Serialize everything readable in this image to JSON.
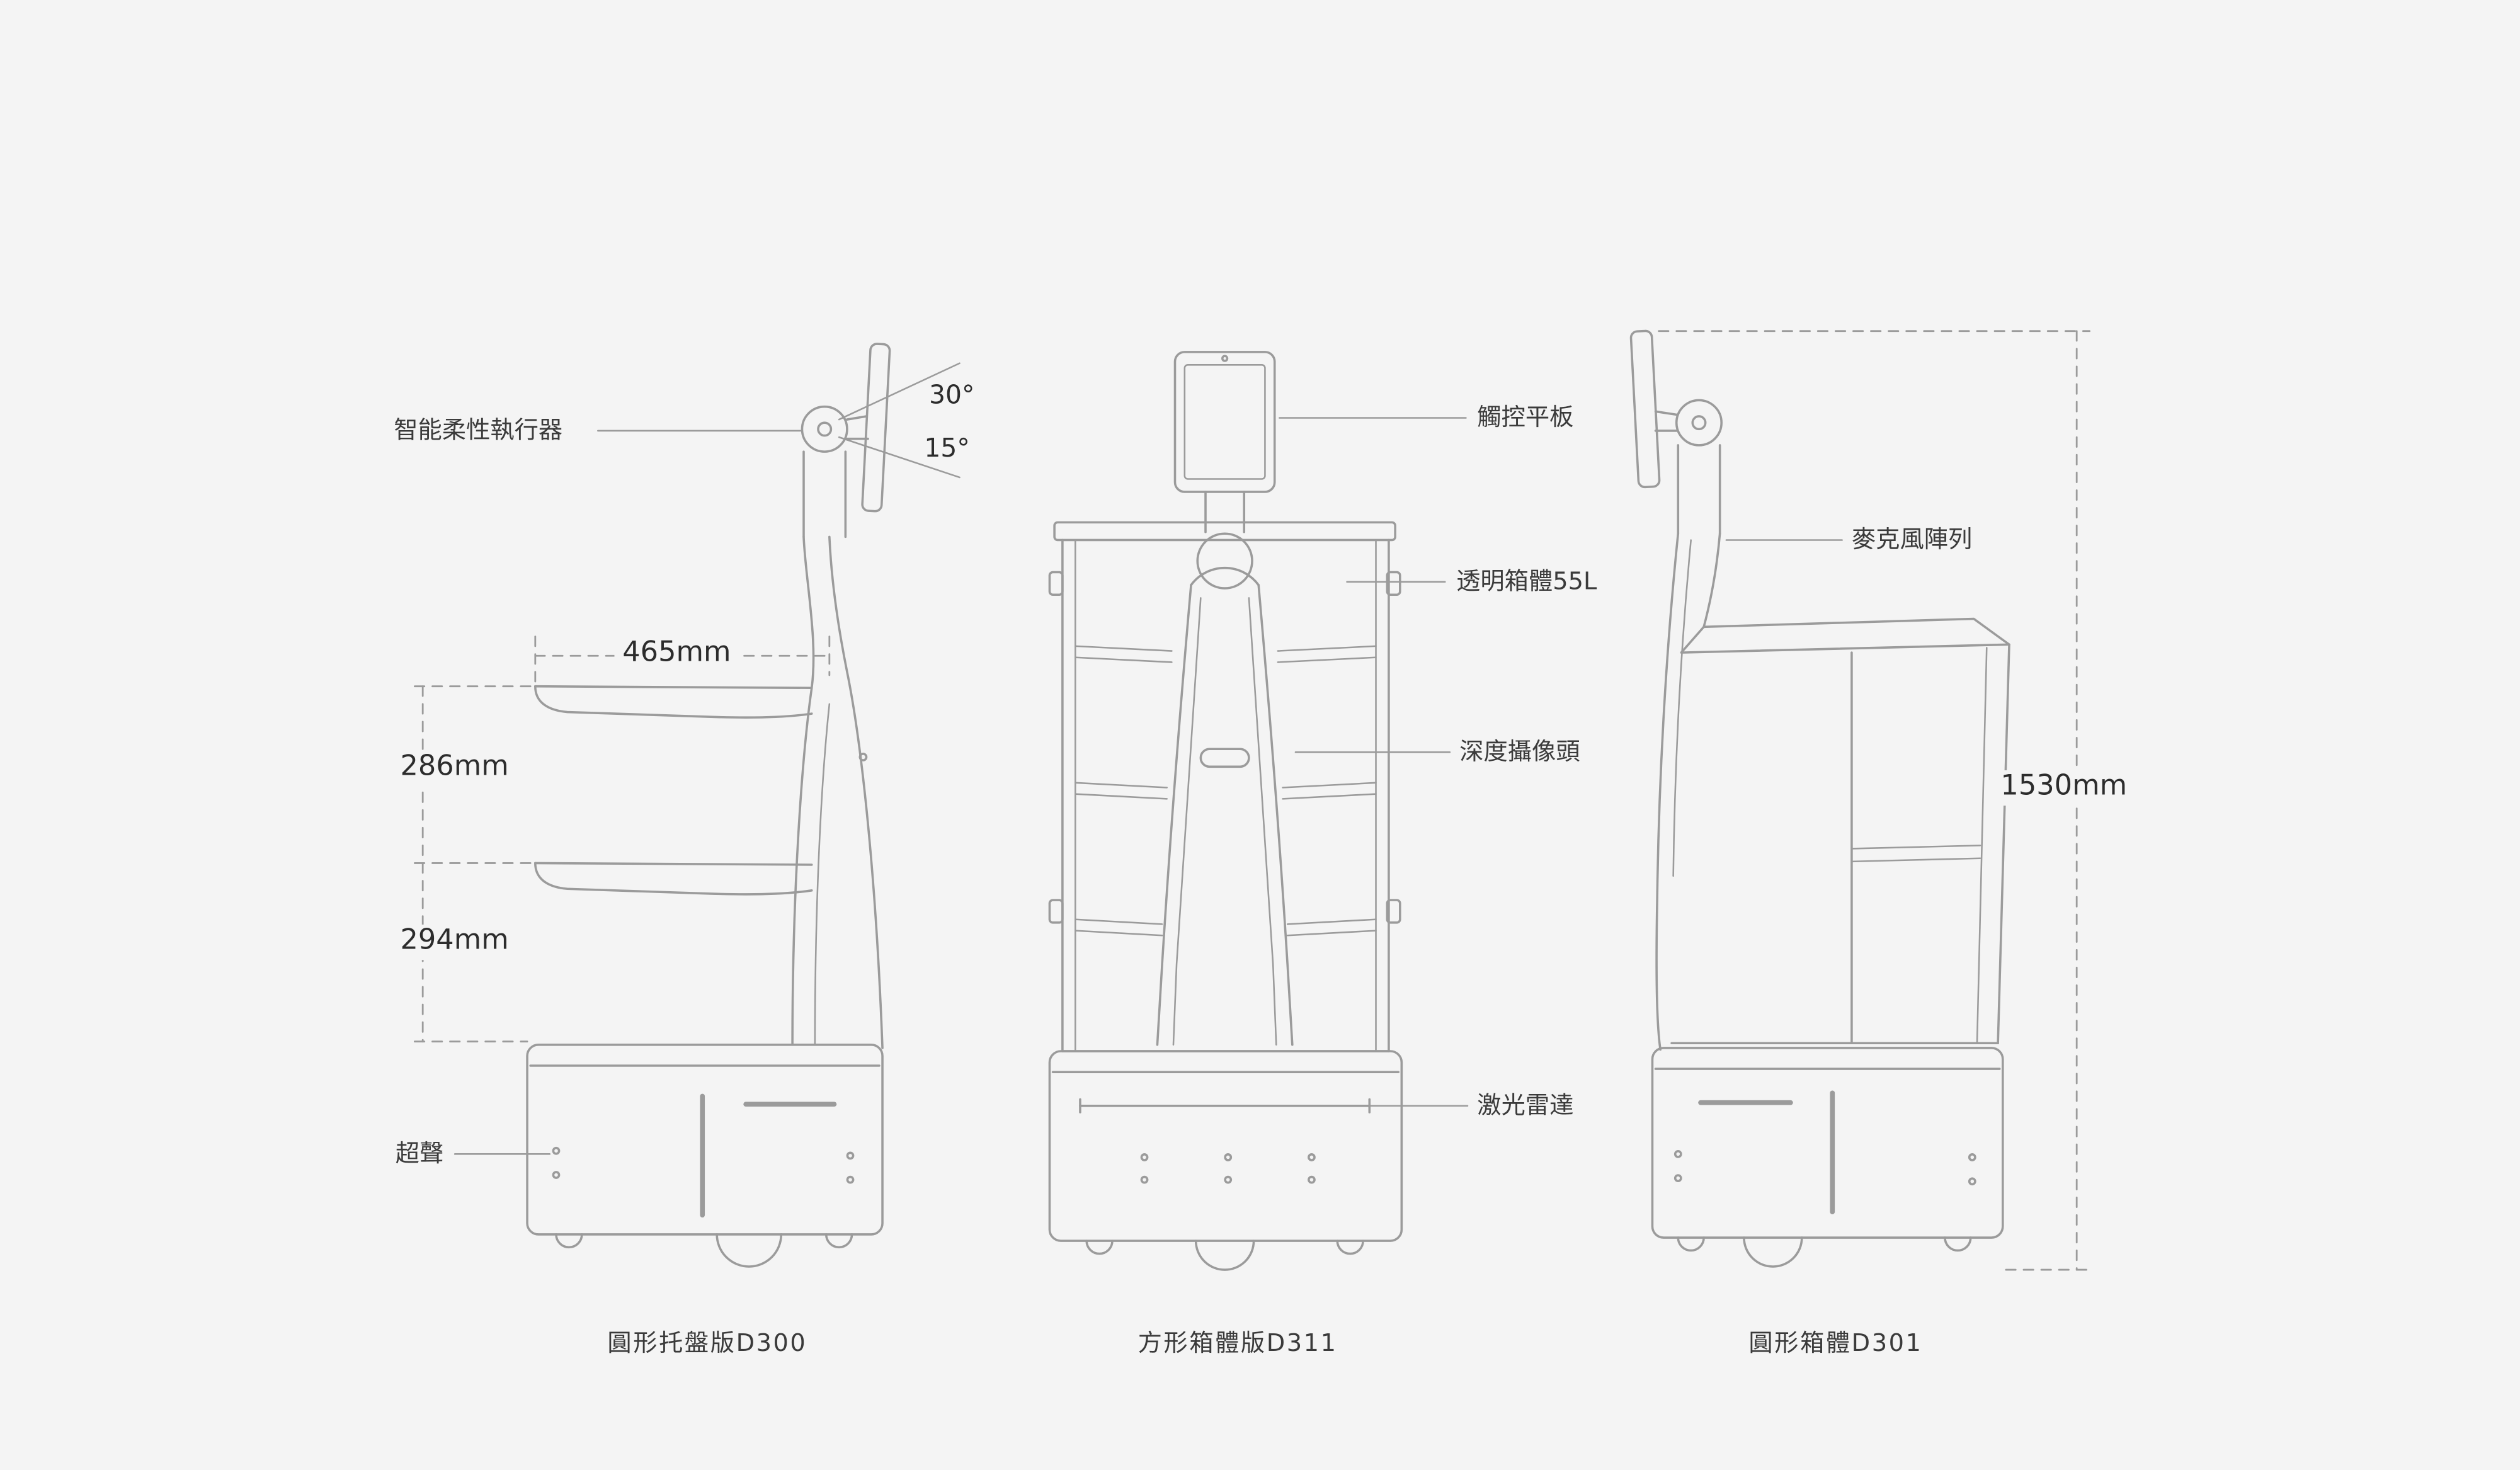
{
  "page": {
    "background": "#f4f4f4",
    "line_color": "#9b9b9b",
    "text_color": "#3b3b3b"
  },
  "annotations": {
    "left": {
      "actuator": "智能柔性執行器",
      "angle_upper": "30°",
      "angle_lower": "15°",
      "tray_width": "465mm",
      "gap_upper": "286mm",
      "gap_lower": "294mm",
      "ultrasonic": "超聲",
      "caption": "圓形托盤版D300"
    },
    "middle": {
      "tablet": "觸控平板",
      "transparent_box": "透明箱體55L",
      "depth_camera": "深度攝像頭",
      "lidar": "激光雷達",
      "caption": "方形箱體版D311"
    },
    "right": {
      "mic_array": "麥克風陣列",
      "height": "1530mm",
      "caption": "圓形箱體D301"
    }
  }
}
